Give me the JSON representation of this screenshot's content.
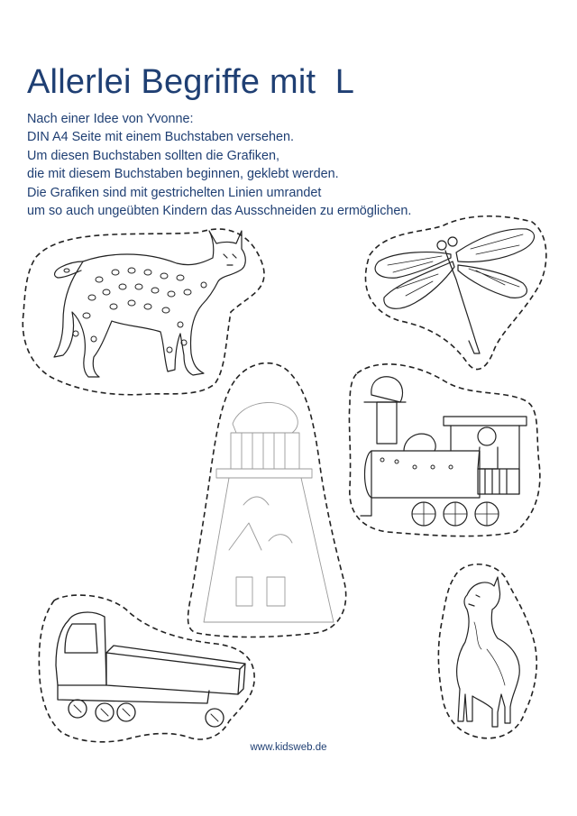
{
  "page": {
    "title": "Allerlei Begriffe mit  L",
    "intro_lines": [
      "Nach einer Idee von Yvonne:",
      "DIN A4 Seite mit einem Buchstaben versehen.",
      "Um diesen Buchstaben sollten die Grafiken,",
      "die mit diesem Buchstaben beginnen, geklebt werden.",
      "Die Grafiken sind mit gestrichelten Linien umrandet",
      "um so auch ungeübten Kindern das Ausschneiden zu ermöglichen."
    ],
    "footer": "www.kidsweb.de"
  },
  "pictures": [
    "lynx-icon",
    "dragonfly-icon",
    "locomotive-icon",
    "lighthouse-icon",
    "truck-icon",
    "llama-icon"
  ],
  "colors": {
    "text": "#1f3f73",
    "line": "#222222",
    "faint": "#9a9a9a"
  }
}
